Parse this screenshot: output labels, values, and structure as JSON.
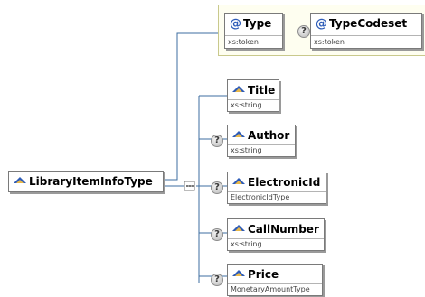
{
  "root": {
    "name": "LibraryItemInfoType"
  },
  "attributes": [
    {
      "name": "Type",
      "type": "xs:token",
      "optional": false
    },
    {
      "name": "TypeCodeset",
      "type": "xs:token",
      "optional": true
    }
  ],
  "elements": [
    {
      "name": "Title",
      "type": "xs:string",
      "optional": false
    },
    {
      "name": "Author",
      "type": "xs:string",
      "optional": true
    },
    {
      "name": "ElectronicId",
      "type": "ElectronicIdType",
      "optional": true
    },
    {
      "name": "CallNumber",
      "type": "xs:string",
      "optional": true
    },
    {
      "name": "Price",
      "type": "MonetaryAmountType",
      "optional": true
    }
  ],
  "icons": {
    "element": "element-diamond-icon",
    "attribute": "attribute-at-icon",
    "optional": "optional-question-icon",
    "sequence": "sequence-compositor-icon"
  },
  "colors": {
    "connector": "#3c6ea0",
    "attribute_group_bg": "#fefef0",
    "icon_blue": "#2e5cb8"
  }
}
